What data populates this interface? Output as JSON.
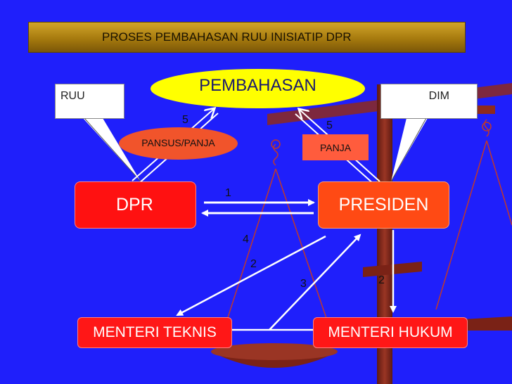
{
  "title": "PROSES PEMBAHASAN RUU INISIATIP DPR",
  "nodes": {
    "pembahasan": "PEMBAHASAN",
    "ruu": "RUU",
    "dim": "DIM",
    "pansus_panja": "PANSUS/PANJA",
    "panja": "PANJA",
    "dpr": "DPR",
    "presiden": "PRESIDEN",
    "menteri_teknis": "MENTERI TEKNIS",
    "menteri_hukum": "MENTERI HUKUM"
  },
  "step_numbers": {
    "dpr_to_presiden": "1",
    "presiden_to_menteri_teknis": "2",
    "presiden_to_menteri_hukum": "2",
    "menteri_teknis_to_presiden": "3",
    "presiden_back": "4",
    "dpr_to_pembahasan": "5",
    "presiden_to_pembahasan": "5"
  },
  "colors": {
    "background": "#1f1ffb",
    "title_bar": "#a67a0e",
    "pembahasan": "#ffff00",
    "nodes_red": "#ff1111",
    "presiden": "#ff4a14",
    "arrows": "#ffffff",
    "scale": "#8e2a1c"
  }
}
